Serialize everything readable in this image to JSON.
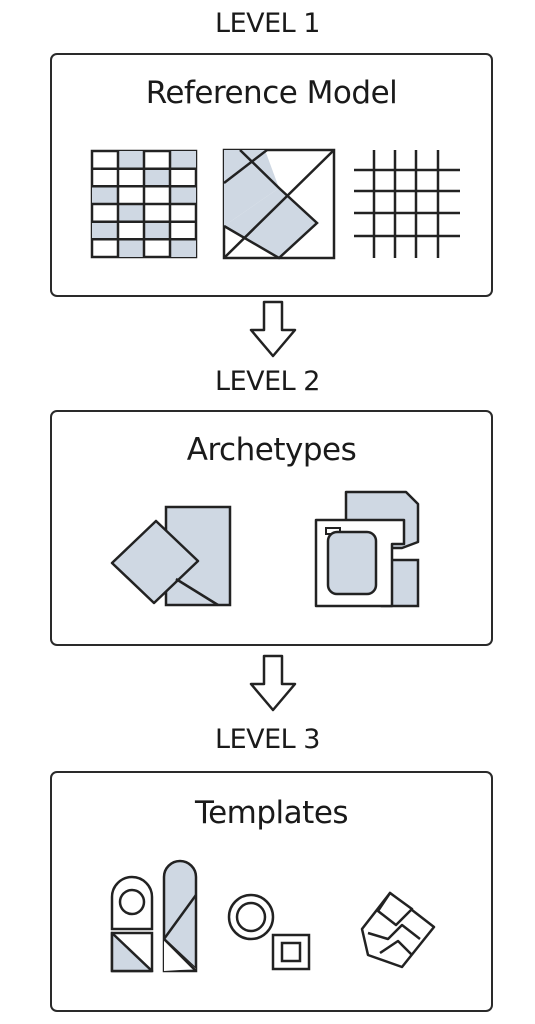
{
  "levels": [
    {
      "label": "LEVEL 1",
      "title": "Reference Model",
      "icons": [
        "shaded-grid-icon",
        "diamond-square-icon",
        "line-grid-icon"
      ]
    },
    {
      "label": "LEVEL 2",
      "title": "Archetypes",
      "icons": [
        "tilted-rectangles-icon",
        "stacked-cards-icon"
      ]
    },
    {
      "label": "LEVEL 3",
      "title": "Templates",
      "icons": [
        "shapes-cluster-icon",
        "ring-square-icon",
        "folded-polygon-icon"
      ]
    }
  ],
  "colors": {
    "stroke": "#222222",
    "fill": "#cfd8e3",
    "background": "#ffffff"
  }
}
